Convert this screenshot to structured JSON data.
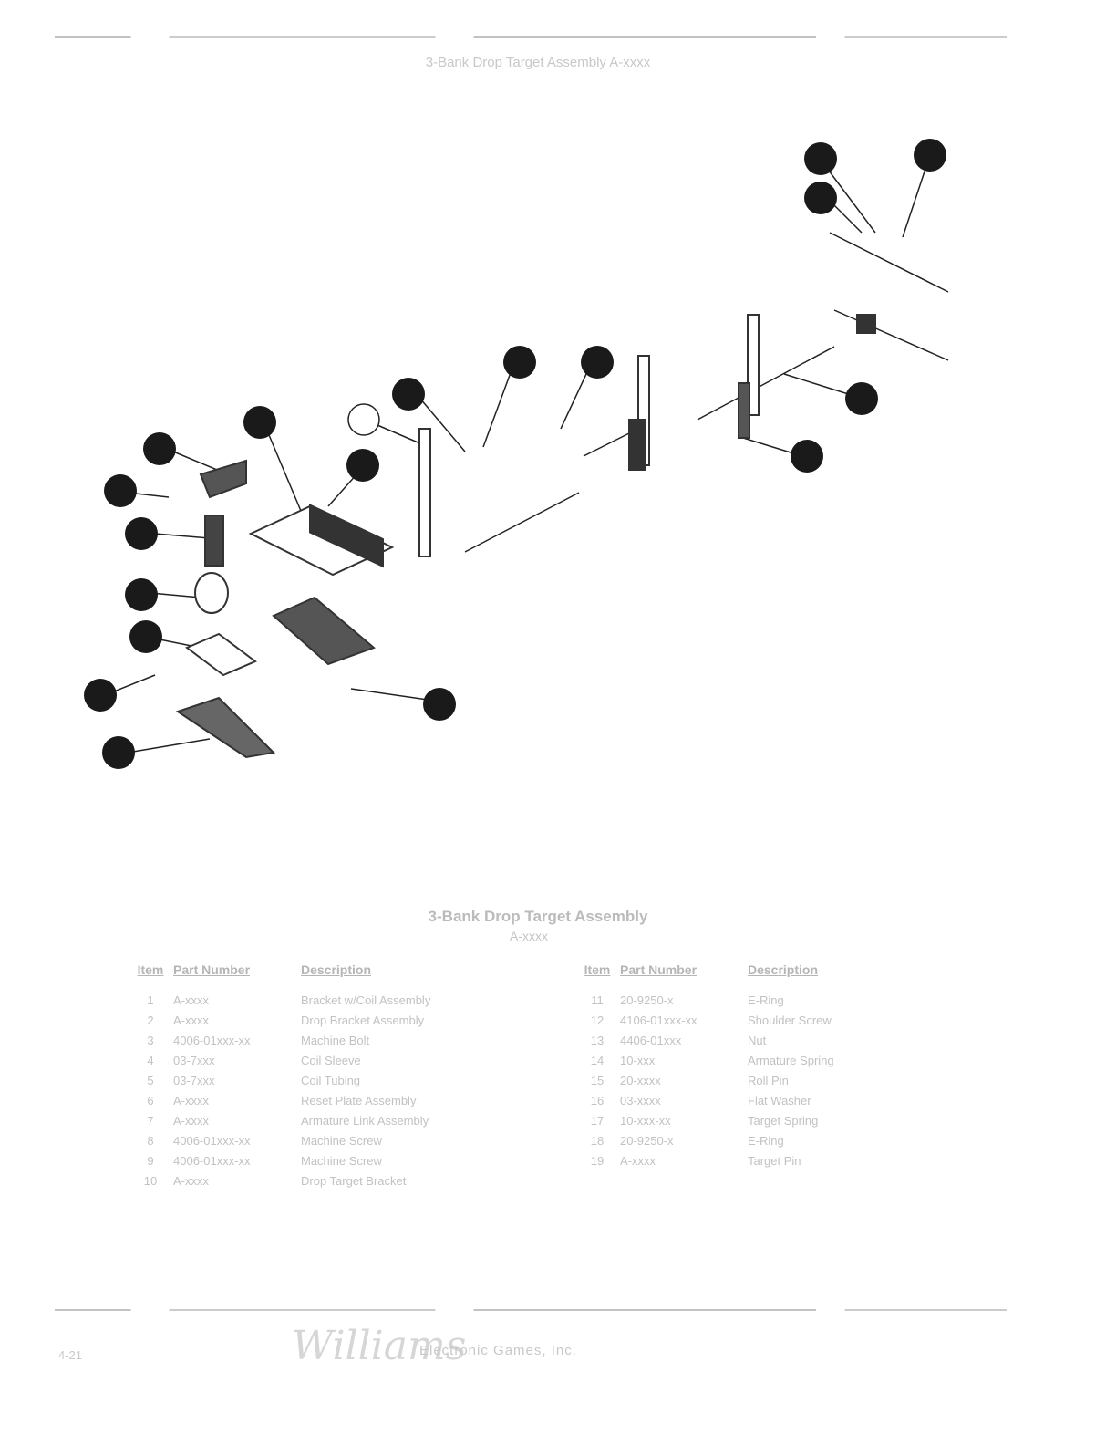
{
  "header": {
    "title": "3-Bank Drop Target Assembly A-xxxx"
  },
  "caption": {
    "title": "3-Bank Drop Target Assembly",
    "subtitle": "A-xxxx"
  },
  "parts_table": {
    "headers": [
      "Item",
      "Part Number",
      "Description"
    ],
    "left_rows": [
      [
        "1",
        "A-xxxx",
        "Bracket w/Coil Assembly"
      ],
      [
        "2",
        "A-xxxx",
        "Drop Bracket Assembly"
      ],
      [
        "3",
        "4006-01xxx-xx",
        "Machine Bolt"
      ],
      [
        "4",
        "03-7xxx",
        "Coil Sleeve"
      ],
      [
        "5",
        "03-7xxx",
        "Coil Tubing"
      ],
      [
        "6",
        "A-xxxx",
        "Reset Plate Assembly"
      ],
      [
        "7",
        "A-xxxx",
        "Armature Link Assembly"
      ],
      [
        "8",
        "4006-01xxx-xx",
        "Machine Screw"
      ],
      [
        "9",
        "4006-01xxx-xx",
        "Machine Screw"
      ],
      [
        "10",
        "A-xxxx",
        "Drop Target Bracket"
      ]
    ],
    "right_rows": [
      [
        "11",
        "20-9250-x",
        "E-Ring"
      ],
      [
        "12",
        "4106-01xxx-xx",
        "Shoulder Screw"
      ],
      [
        "13",
        "4406-01xxx",
        "Nut"
      ],
      [
        "14",
        "10-xxx",
        "Armature Spring"
      ],
      [
        "15",
        "20-xxxx",
        "Roll Pin"
      ],
      [
        "16",
        "03-xxxx",
        "Flat Washer"
      ],
      [
        "17",
        "10-xxx-xx",
        "Target Spring"
      ],
      [
        "18",
        "20-9250-x",
        "E-Ring"
      ],
      [
        "19",
        "A-xxxx",
        "Target Pin"
      ]
    ]
  },
  "footer": {
    "logo": "Williams",
    "text": "Electronic Games, Inc.",
    "page": "4-21"
  }
}
